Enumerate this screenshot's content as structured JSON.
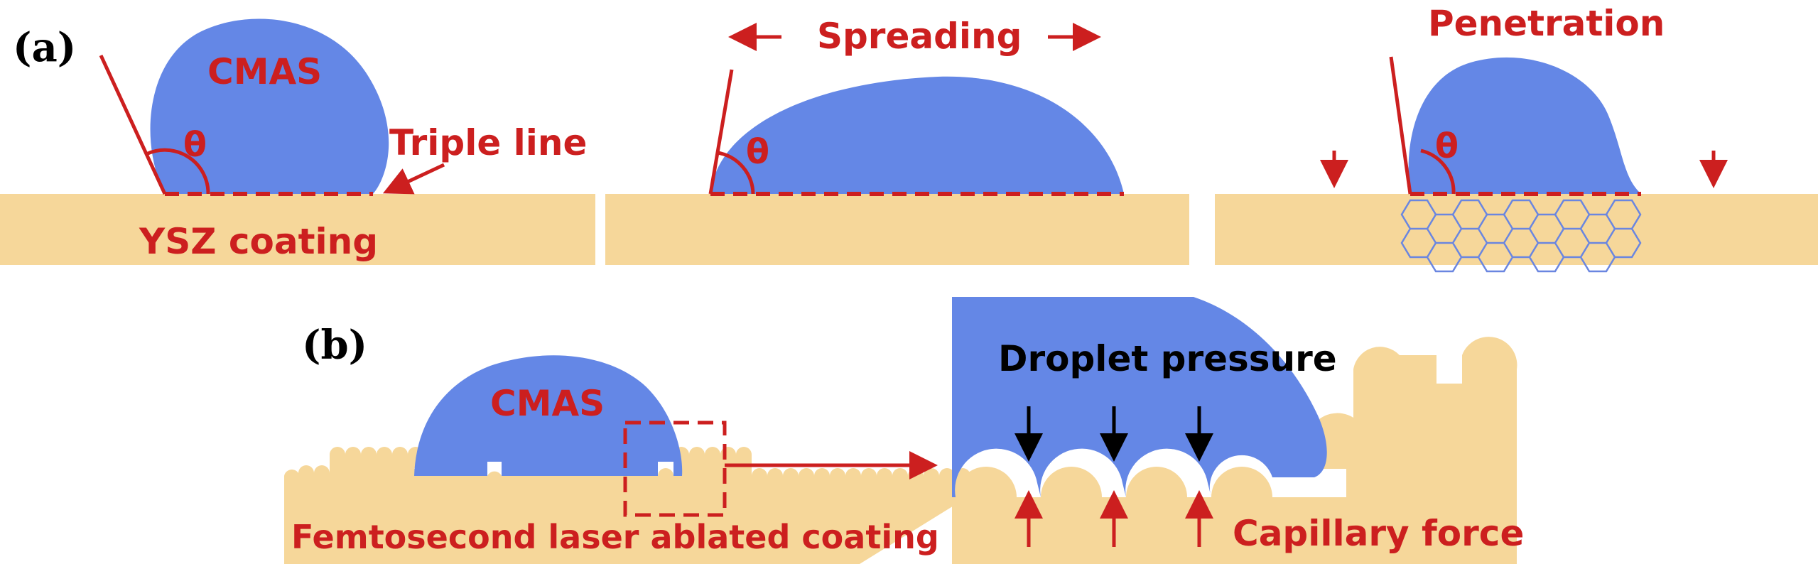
{
  "colors": {
    "droplet": "#6487E6",
    "substrate": "#F6D79A",
    "annotation": "#CC1F1F",
    "black": "#000000",
    "pores": "#6A86E0"
  },
  "panel_a": {
    "letter": "(a)",
    "droplet_label": "CMAS",
    "theta": "θ",
    "triple_line": "Triple line",
    "coating": "YSZ coating",
    "spreading": "Spreading",
    "penetration": "Penetration"
  },
  "panel_b": {
    "letter": "(b)",
    "droplet_label": "CMAS",
    "coating": "Femtosecond laser ablated coating",
    "droplet_pressure": "Droplet pressure",
    "capillary_force": "Capillary force"
  }
}
